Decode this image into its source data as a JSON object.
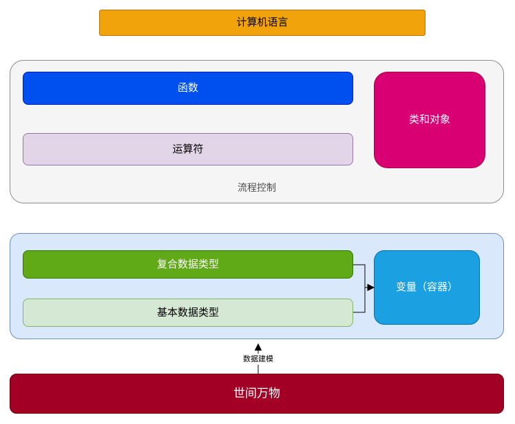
{
  "page": {
    "background": "#ffffff"
  },
  "top_box": {
    "label": "计算机语言",
    "fill": "#F0A30A",
    "stroke": "#BD7000",
    "text_color": "#000000"
  },
  "program_group": {
    "label": "流程控制",
    "label_color": "#4D4D4D",
    "fill": "#F5F5F5",
    "stroke": "#8C8C8C",
    "function_box": {
      "label": "函数",
      "fill": "#0050EF",
      "stroke": "#001DBC",
      "text_color": "#FFFFFF"
    },
    "operator_box": {
      "label": "运算符",
      "fill": "#E1D5E7",
      "stroke": "#9673A6",
      "text_color": "#000000"
    },
    "class_box": {
      "label": "类和对象",
      "fill": "#D80073",
      "stroke": "#A50040",
      "text_color": "#FFFFFF"
    }
  },
  "data_group": {
    "fill": "#DAE8FC",
    "stroke": "#6C8EBF",
    "composite_box": {
      "label": "复合数据类型",
      "fill": "#60A917",
      "stroke": "#2D7600",
      "text_color": "#FFFFFF"
    },
    "basic_box": {
      "label": "基本数据类型",
      "fill": "#D5E8D4",
      "stroke": "#82B366",
      "text_color": "#000000"
    },
    "variable_box": {
      "label": "变量（容器）",
      "fill": "#1BA1E2",
      "stroke": "#006EAF",
      "text_color": "#FFFFFF"
    }
  },
  "connectors": {
    "color": "#000000"
  },
  "modeling_arrow": {
    "label": "数据建模",
    "text_color": "#000000"
  },
  "world_box": {
    "label": "世间万物",
    "fill": "#A20025",
    "stroke": "#6F0000",
    "text_color": "#FFFFFF"
  }
}
